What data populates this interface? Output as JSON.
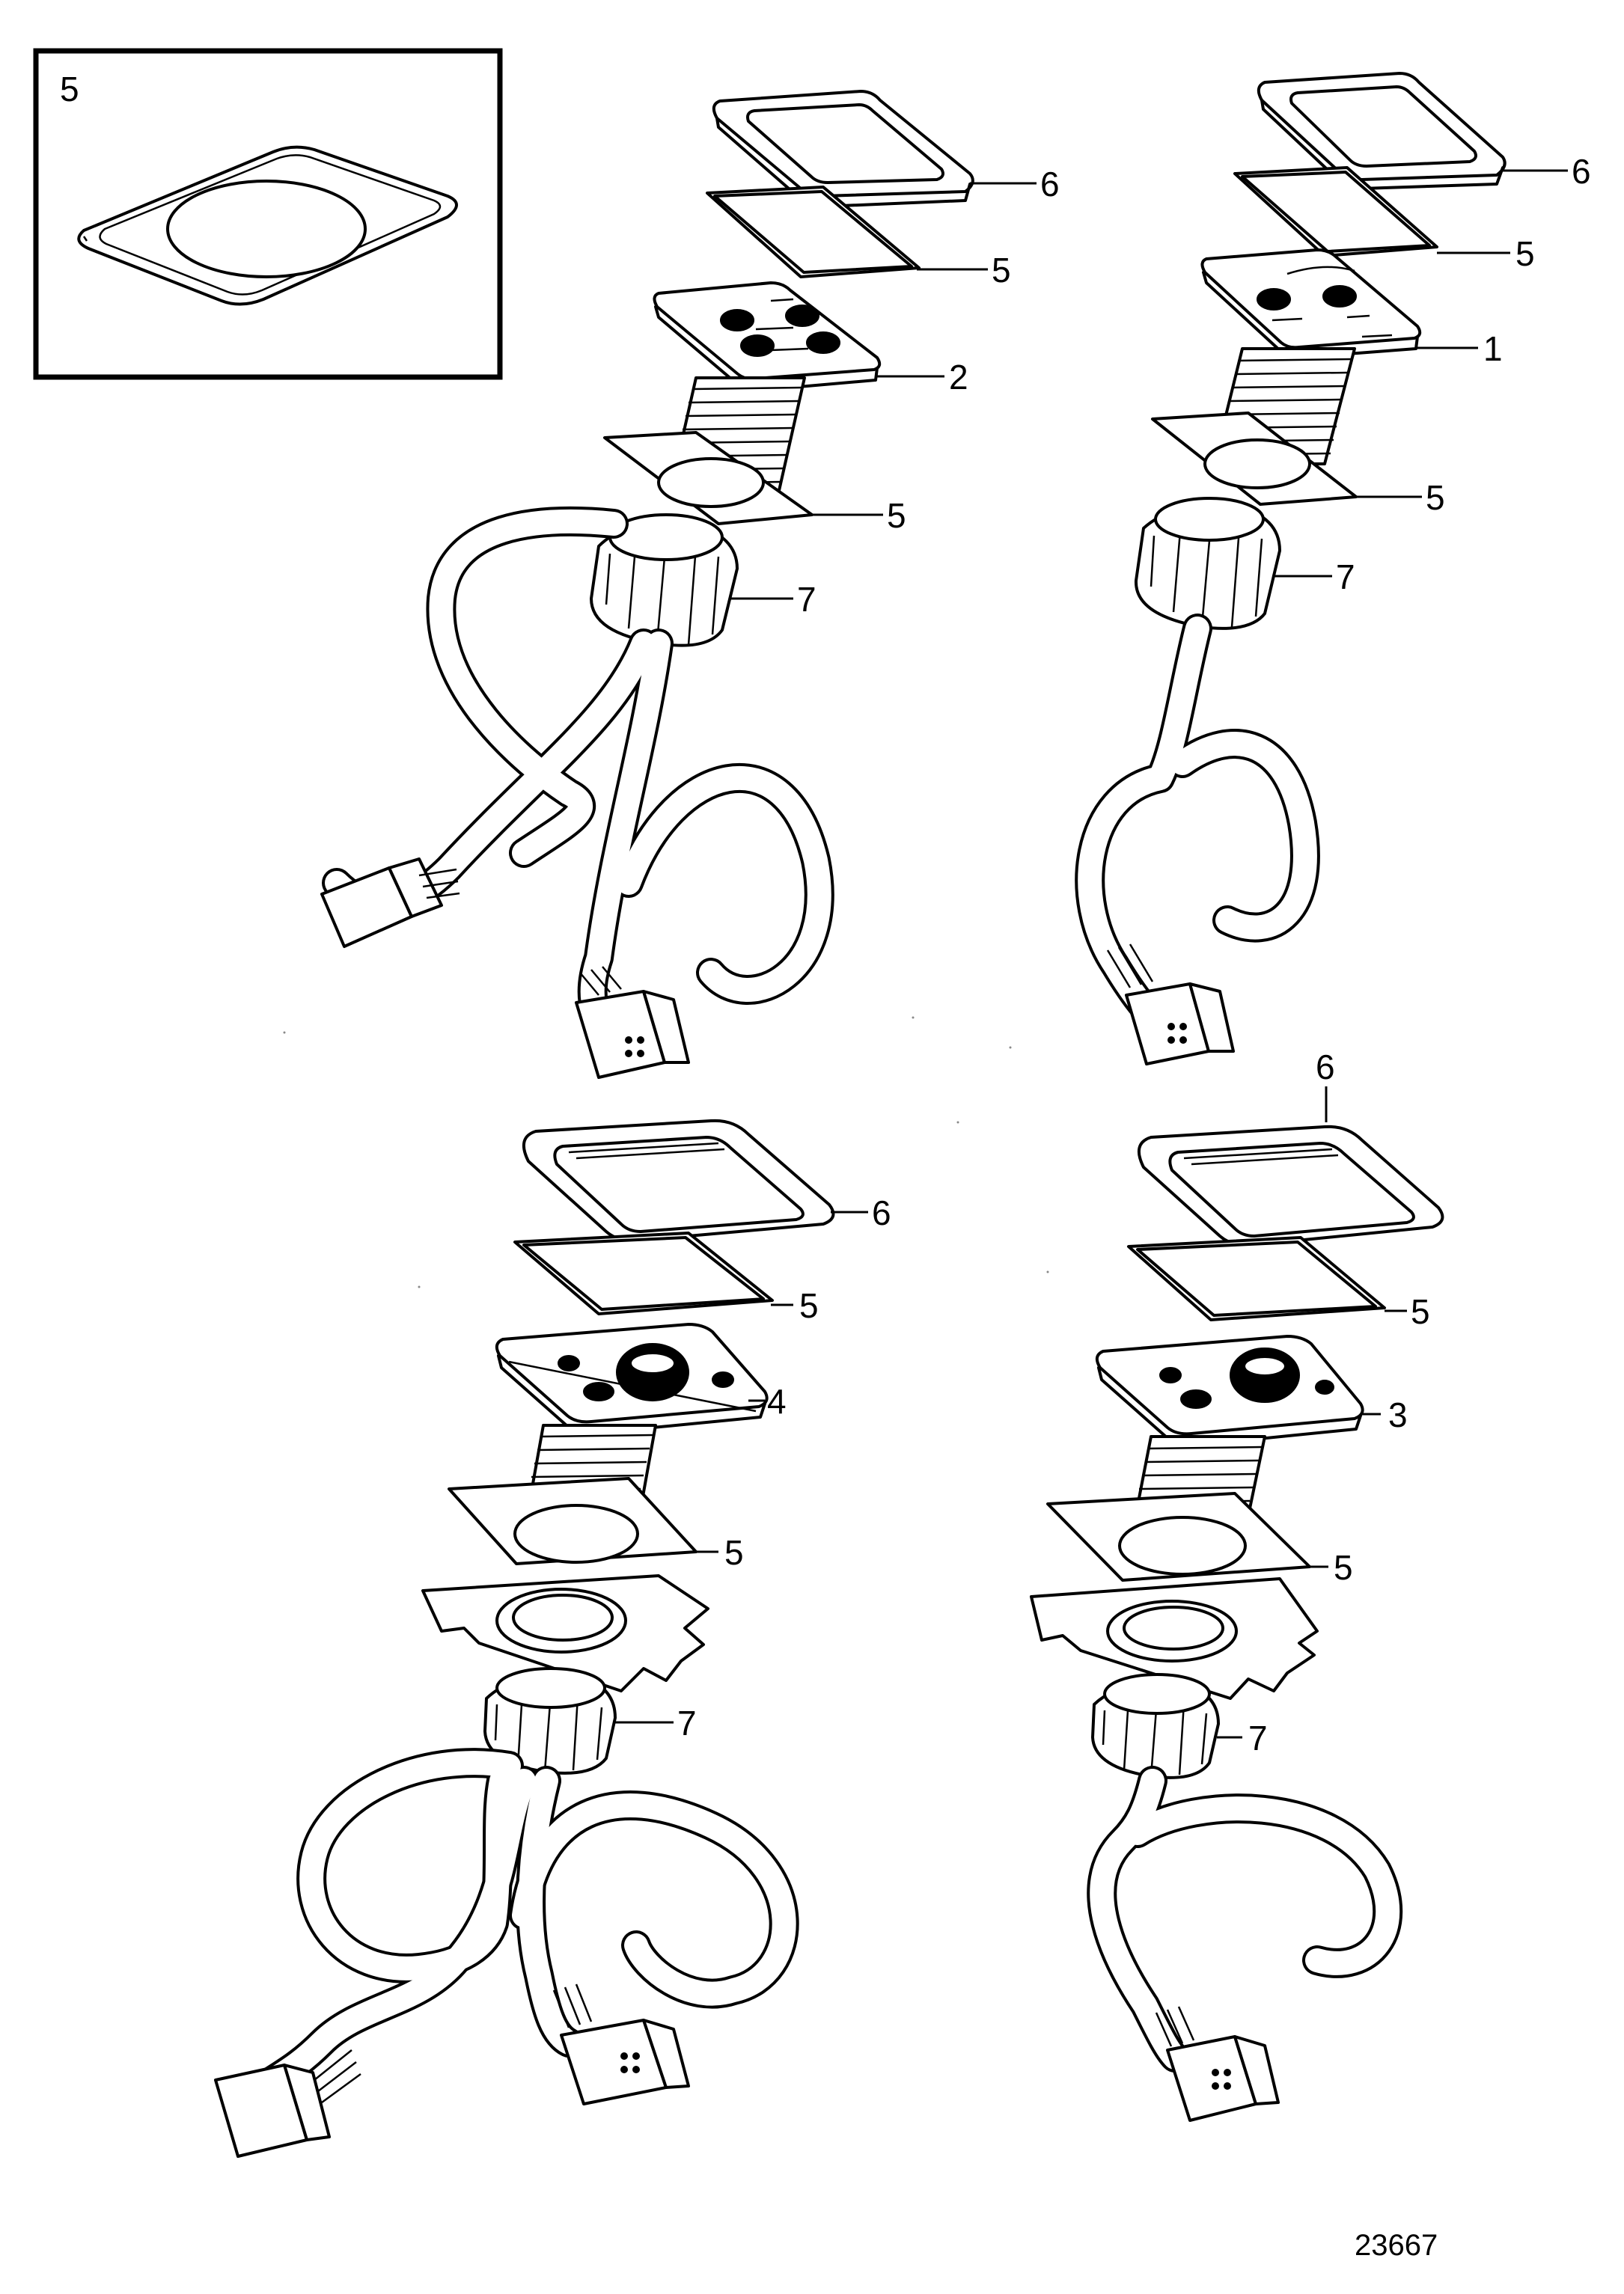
{
  "inset": {
    "callout": "5"
  },
  "figure_number": "23667",
  "assemblies": [
    {
      "id": "top-left",
      "callouts": {
        "bezel": "6",
        "seal_top": "5",
        "panel": "2",
        "seal_bottom": "5",
        "nut": "7"
      }
    },
    {
      "id": "top-right",
      "callouts": {
        "bezel": "6",
        "seal_top": "5",
        "panel": "1",
        "seal_bottom": "5",
        "nut": "7"
      }
    },
    {
      "id": "bottom-left",
      "callouts": {
        "bezel": "6",
        "seal_top": "5",
        "panel": "4",
        "seal_bottom": "5",
        "nut": "7"
      }
    },
    {
      "id": "bottom-right",
      "callouts": {
        "bezel": "6",
        "seal_top": "5",
        "panel": "3",
        "seal_bottom": "5",
        "nut": "7"
      }
    }
  ],
  "icons": {
    "bezel": "square-bezel-frame",
    "seal": "square-gasket",
    "panel": "control-panel",
    "nut": "knurled-nut",
    "connector": "multi-pin-connector"
  },
  "colors": {
    "line": "#000000",
    "background": "#ffffff"
  }
}
